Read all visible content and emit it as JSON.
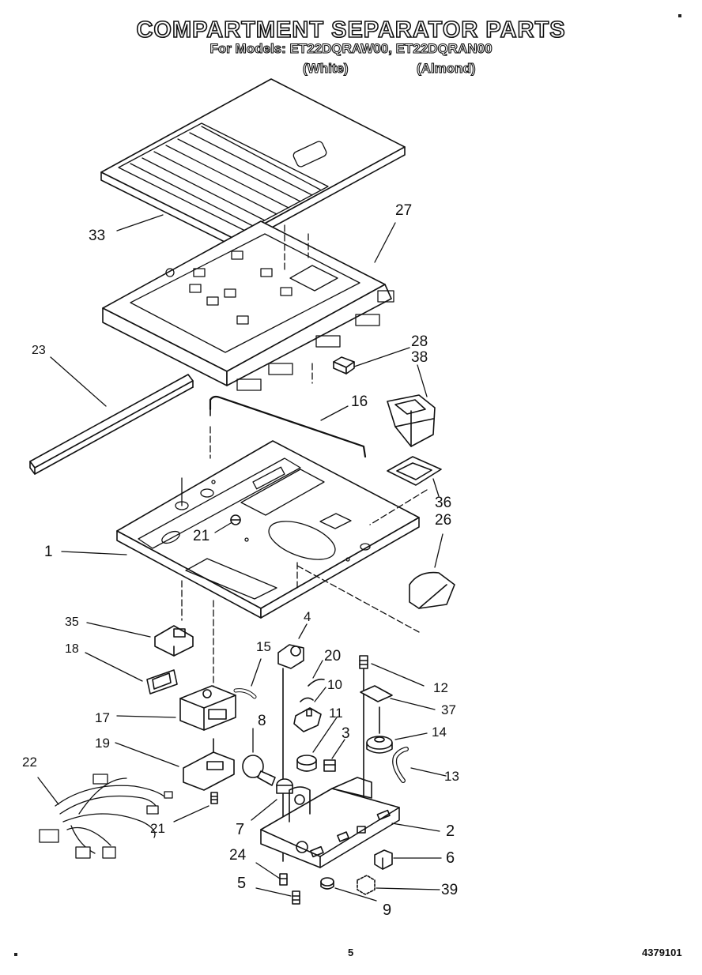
{
  "header": {
    "title": "COMPARTMENT SEPARATOR PARTS",
    "models_line": "For Models: ET22DQRAW00, ET22DQRAN00",
    "variant_white": "(White)",
    "variant_almond": "(Almond)"
  },
  "footer": {
    "page_number": "5",
    "document_number": "4379101"
  },
  "callouts": [
    "33",
    "27",
    "23",
    "28",
    "38",
    "16",
    "36",
    "21",
    "26",
    "1",
    "4",
    "35",
    "15",
    "20",
    "18",
    "10",
    "12",
    "37",
    "8",
    "17",
    "11",
    "3",
    "14",
    "19",
    "13",
    "22",
    "7",
    "2",
    "21",
    "6",
    "24",
    "39",
    "5",
    "9"
  ]
}
